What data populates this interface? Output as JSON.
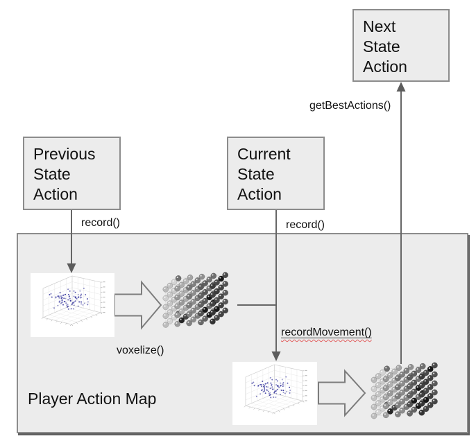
{
  "title_boxes": {
    "previous": "Previous\nState\nAction",
    "current": "Current\nState\nAction",
    "next": "Next\nState\nAction"
  },
  "player_action_map": {
    "label": "Player Action Map"
  },
  "function_labels": {
    "record_previous": "record()",
    "record_current": "record()",
    "voxelize": "voxelize()",
    "record_movement": "recordMovement()",
    "get_best_actions": "getBestActions()"
  },
  "icons": {
    "flow_arrow_voxelize": "block-arrow-right-icon",
    "flow_arrow_record_movement": "block-arrow-right-icon",
    "arrow_record_previous": "arrow-down",
    "arrow_record_current": "arrow-down",
    "arrow_get_best_actions": "arrow-up"
  },
  "images": {
    "scatter_previous": "3d-scatter-plot",
    "voxel_previous": "3d-voxel-grid",
    "scatter_current": "3d-scatter-plot",
    "voxel_next": "3d-voxel-grid"
  },
  "colors": {
    "box_fill": "#ececec",
    "box_border": "#8c8c8c",
    "arrow": "#666666",
    "text": "#000000",
    "spellcheck_wavy": "#e25f5f",
    "scatter_dot": "#32329b"
  }
}
